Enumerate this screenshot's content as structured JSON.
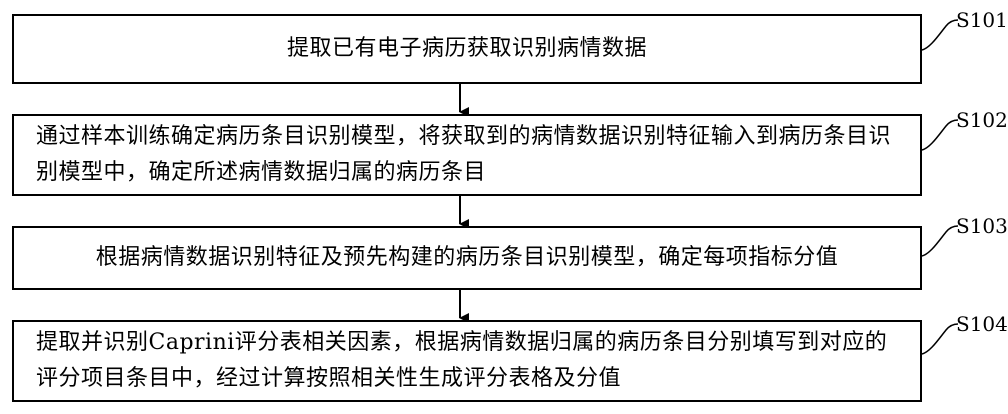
{
  "steps": [
    {
      "id": "S101",
      "text": "提取已有电子病历获取识别病情数据"
    },
    {
      "id": "S102",
      "text": "通过样本训练确定病历条目识别模型，将获取到的病情数据识别特征输入到病历条目识别模型中，确定所述病情数据归属的病历条目"
    },
    {
      "id": "S103",
      "text": "根据病情数据识别特征及预先构建的病历条目识别模型，确定每项指标分值"
    },
    {
      "id": "S104",
      "text": "提取并识别Caprini评分表相关因素，根据病情数据归属的病历条目分别填写到对应的评分项目条目中，经过计算按照相关性生成评分表格及分值"
    }
  ]
}
